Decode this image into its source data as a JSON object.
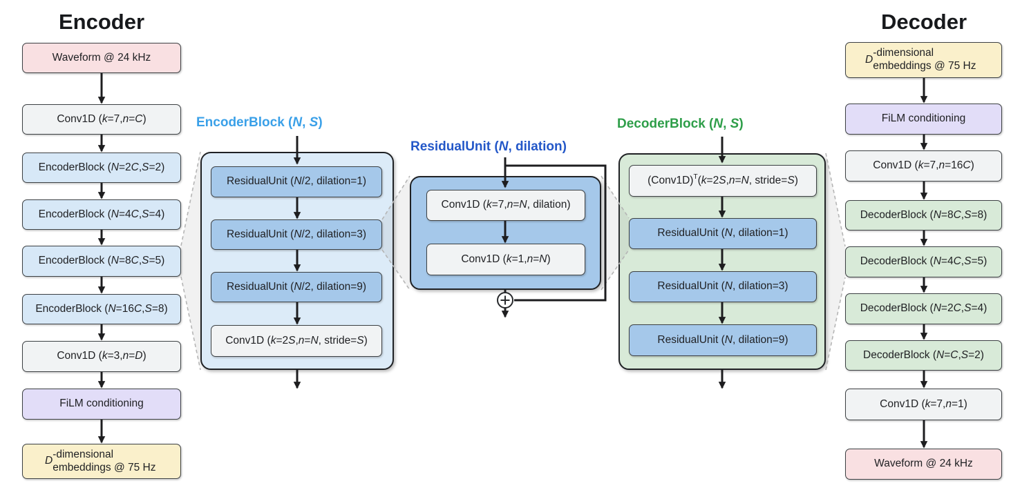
{
  "diagram": {
    "encoder_column": {
      "title": "Encoder",
      "boxes": [
        {
          "label": "Waveform @ 24 kHz"
        },
        {
          "label": "Conv1D (*k*=7, *n*=*C*)"
        },
        {
          "label": "EncoderBlock (*N*=2*C*, *S*=2)"
        },
        {
          "label": "EncoderBlock (*N*=4*C*, *S*=4)"
        },
        {
          "label": "EncoderBlock (*N*=8*C*, *S*=5)"
        },
        {
          "label": "EncoderBlock (*N*=16*C*, *S*=8)"
        },
        {
          "label": "Conv1D (*k*=3, *n*=*D*)"
        },
        {
          "label": "FiLM conditioning"
        },
        {
          "label": "*D*-dimensional\nembeddings @ 75 Hz"
        }
      ]
    },
    "encoder_block_detail": {
      "title": "EncoderBlock (*N*, *S*)",
      "boxes": [
        {
          "label": "ResidualUnit (*N*/2, dilation=1)"
        },
        {
          "label": "ResidualUnit (*N*/2, dilation=3)"
        },
        {
          "label": "ResidualUnit (*N*/2, dilation=9)"
        },
        {
          "label": "Conv1D (*k*=2*S*, *n*=*N*, stride=*S*)"
        }
      ]
    },
    "residual_unit_detail": {
      "title": "ResidualUnit (*N*, dilation)",
      "boxes": [
        {
          "label": "Conv1D (*k*=7, *n*=*N*, dilation)"
        },
        {
          "label": "Conv1D (*k*=1, *n*=*N*)"
        }
      ],
      "sum_symbol": "+"
    },
    "decoder_block_detail": {
      "title": "DecoderBlock (*N*, *S*)",
      "boxes": [
        {
          "label": "(Conv1D)^T^ (*k*=2*S*, *n*=*N*, stride=*S*)"
        },
        {
          "label": "ResidualUnit (*N*, dilation=1)"
        },
        {
          "label": "ResidualUnit (*N*, dilation=3)"
        },
        {
          "label": "ResidualUnit (*N*, dilation=9)"
        }
      ]
    },
    "decoder_column": {
      "title": "Decoder",
      "boxes": [
        {
          "label": "*D*-dimensional\nembeddings @ 75 Hz"
        },
        {
          "label": "FiLM conditioning"
        },
        {
          "label": "Conv1D (*k*=7, *n*=16*C*)"
        },
        {
          "label": "DecoderBlock (*N*=8*C*, *S*=8)"
        },
        {
          "label": "DecoderBlock (*N*=4*C*, *S*=5)"
        },
        {
          "label": "DecoderBlock (*N*=2*C*, *S*=4)"
        },
        {
          "label": "DecoderBlock (*N*=*C*, *S*=2)"
        },
        {
          "label": "Conv1D (*k*=7, *n*=1)"
        },
        {
          "label": "Waveform @ 24 kHz"
        }
      ]
    },
    "colors": {
      "waveform_fill": "#F9E0E2",
      "conv_fill": "#F1F3F4",
      "encoder_block_fill": "#D7E8F7",
      "encoder_container_fill": "#DCEBF8",
      "residual_unit_fill": "#A5C8EA",
      "film_fill": "#E2DDF8",
      "embeddings_fill": "#FAF0CB",
      "decoder_block_fill": "#D8EAD8",
      "encoder_block_title": "#3AA0E8",
      "residual_unit_title": "#2357C8",
      "decoder_block_title": "#2E9E49",
      "box_border": "#3C4043",
      "arrow": "#1D1D1F"
    }
  }
}
